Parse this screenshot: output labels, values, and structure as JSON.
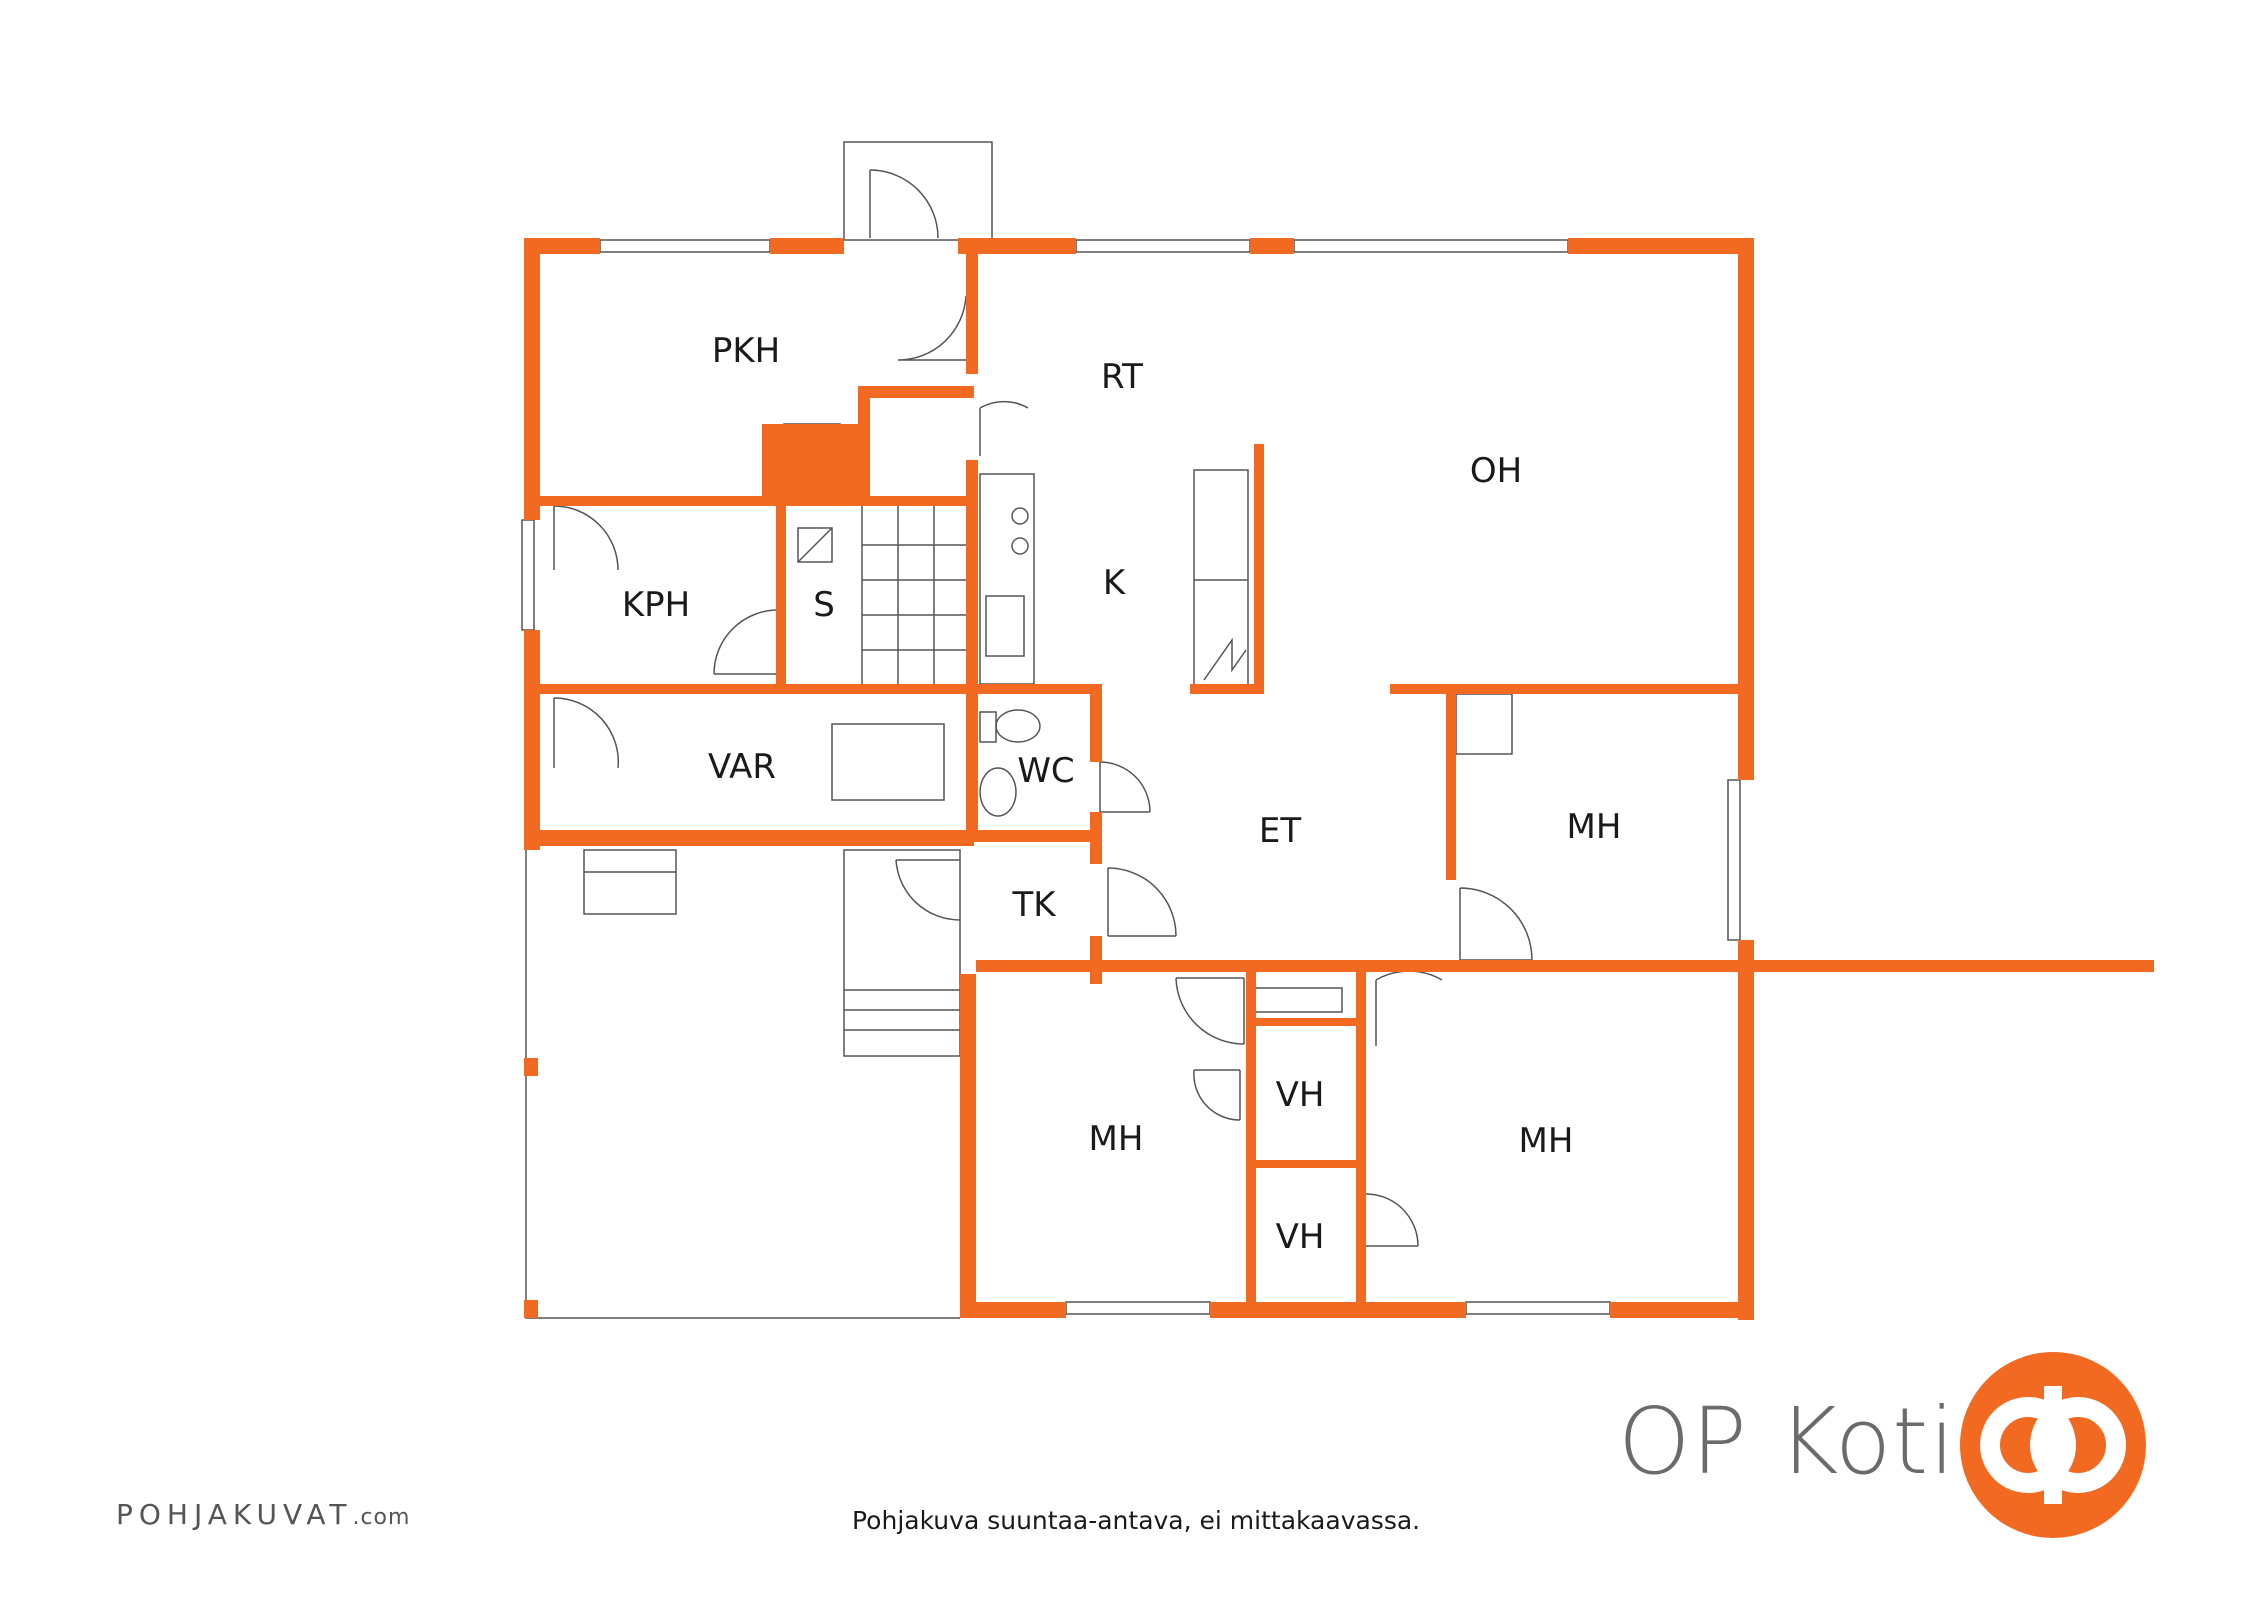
{
  "rooms": {
    "pkh": "PKH",
    "rt": "RT",
    "oh": "OH",
    "k": "K",
    "kph": "KPH",
    "s": "S",
    "var": "VAR",
    "wc": "WC",
    "et": "ET",
    "mh_right": "MH",
    "tk": "TK",
    "mh_left": "MH",
    "vh_top": "VH",
    "vh_bottom": "VH",
    "mh_bottom_right": "MH"
  },
  "footer": {
    "disclaimer": "Pohjakuva suuntaa-antava, ei mittakaavassa.",
    "pk_logo_main": "POHJAKUVAT",
    "pk_logo_suffix": ".com",
    "brand": "OP Koti"
  },
  "colors": {
    "wall": "#F26A21",
    "line": "#555555",
    "brand_orange": "#F26A21",
    "brand_gray": "#6b6b6b"
  }
}
